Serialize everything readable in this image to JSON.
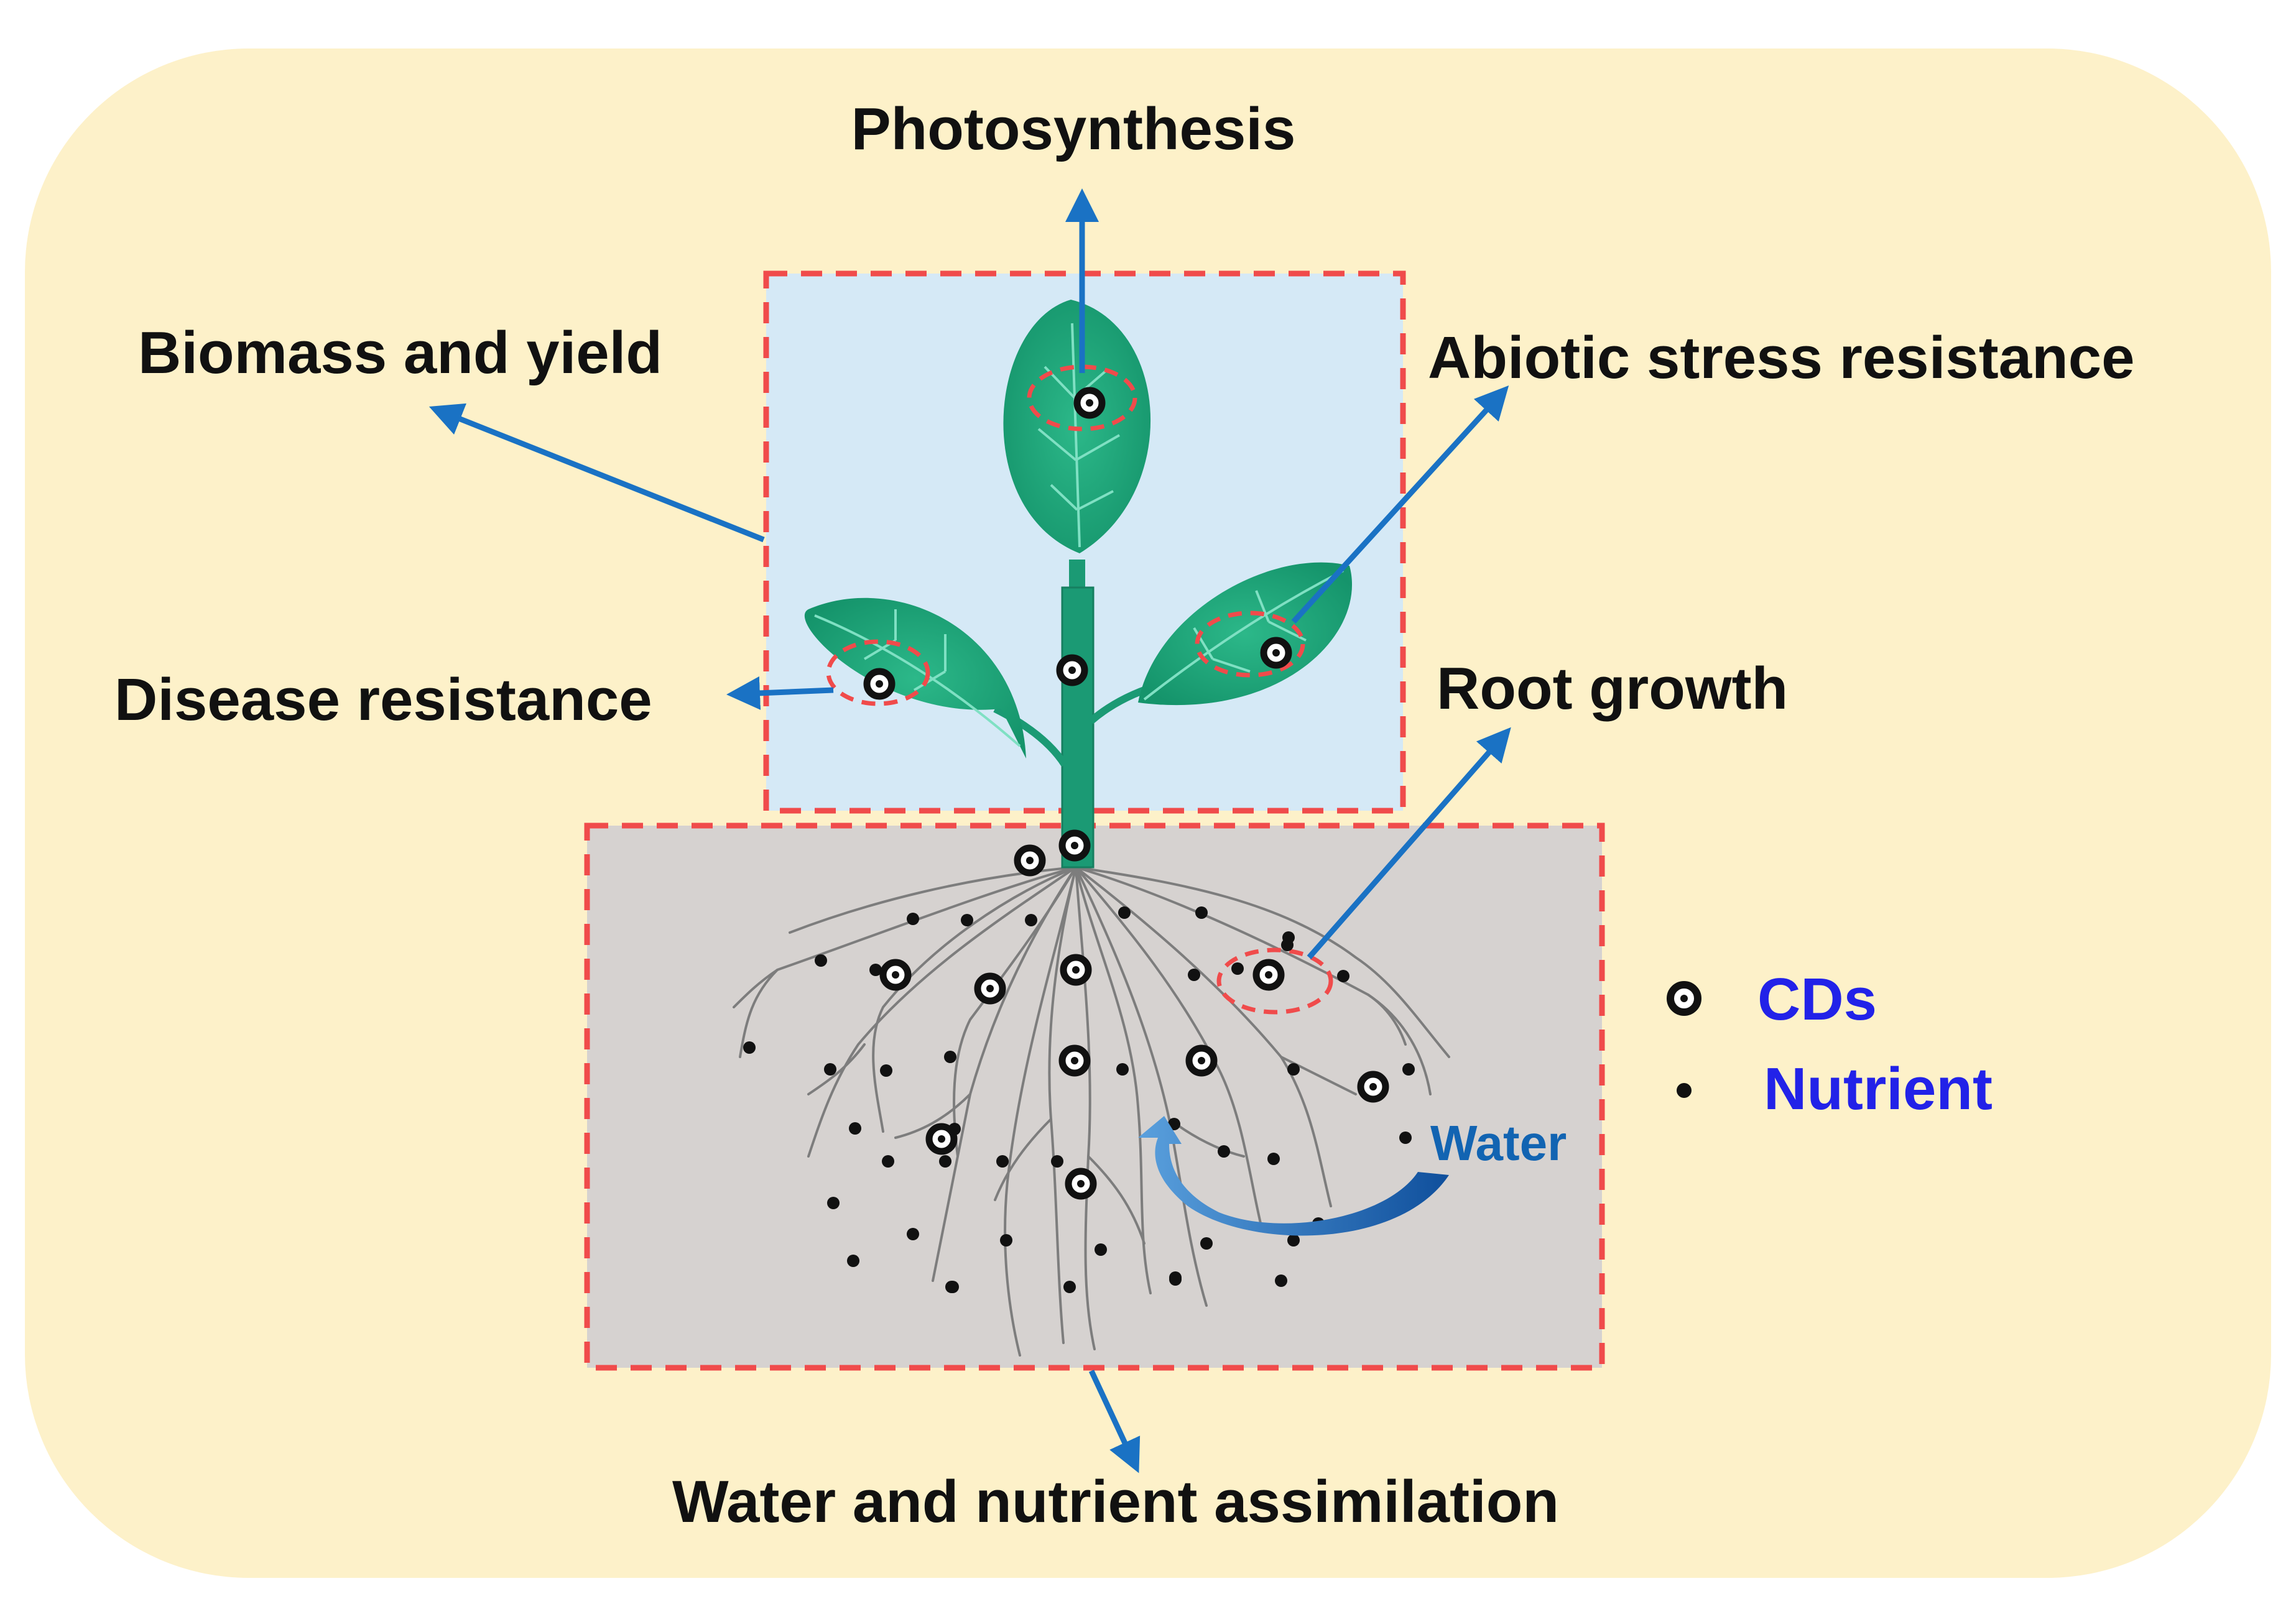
{
  "labels": {
    "photosynthesis": "Photosynthesis",
    "biomass": "Biomass and yield",
    "abiotic": "Abiotic stress resistance",
    "disease": "Disease resistance",
    "root_growth": "Root growth",
    "water_nutrient": "Water and nutrient assimilation",
    "water": "Water"
  },
  "legend": {
    "cds": "CDs",
    "nutrient": "Nutrient"
  },
  "colors": {
    "background": "#fdf1c9",
    "shoot_box": "#d5e9f6",
    "root_box": "#d6d2d0",
    "dashed_border": "#f04b4b",
    "arrow": "#1a72c4",
    "leaf": "#1fa27a",
    "stem": "#1b9a74",
    "root_line": "#7d7d7d",
    "legend_text": "#2222e8",
    "water_text": "#1264b2"
  }
}
